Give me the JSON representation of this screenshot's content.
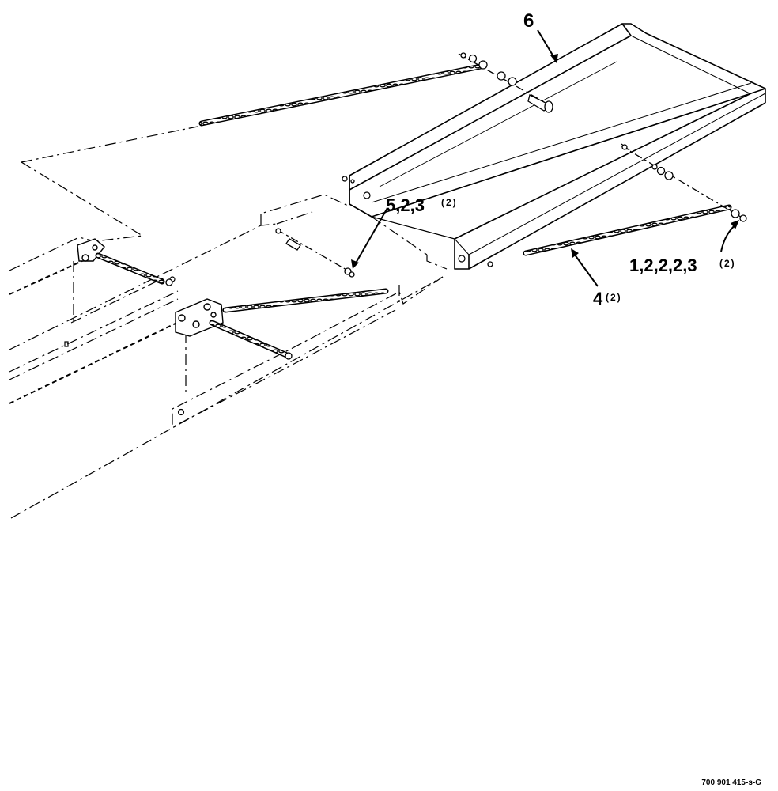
{
  "diagram": {
    "callouts": {
      "part6": {
        "label": "6"
      },
      "hardware_left": {
        "label": "5,2,3",
        "qty": "(2)"
      },
      "hardware_right": {
        "label": "1,2,2,2,3",
        "qty": "(2)"
      },
      "chain": {
        "label": "4",
        "qty": "(2)"
      }
    },
    "figure_number": "700 901 415-s-G"
  }
}
